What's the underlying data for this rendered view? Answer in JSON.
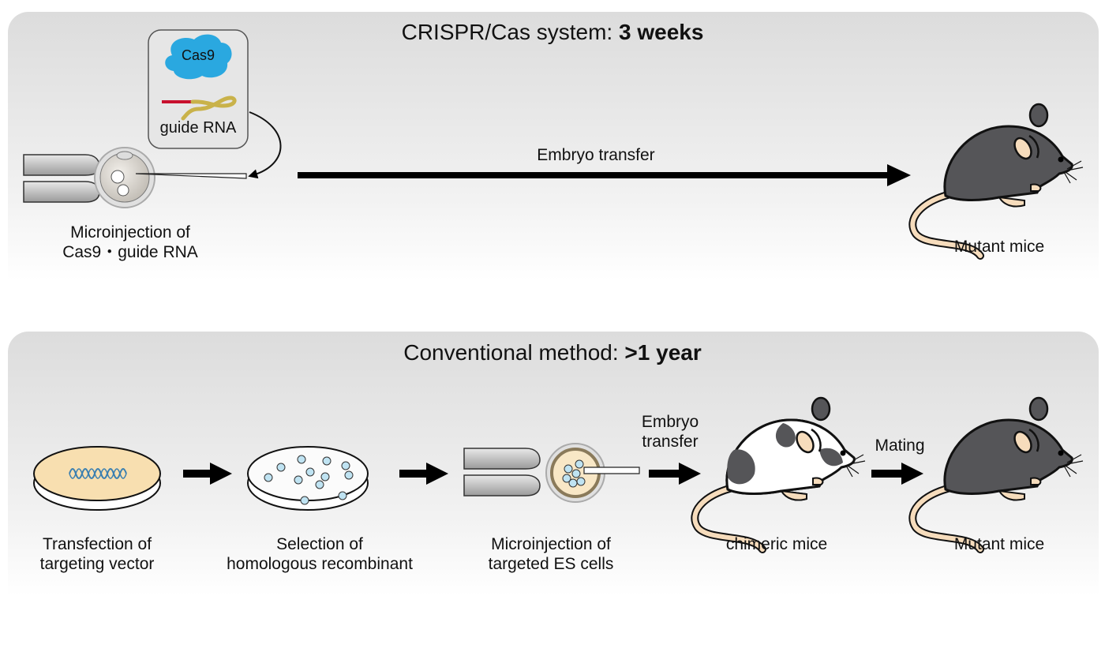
{
  "crispr": {
    "title_prefix": "CRISPR/Cas system: ",
    "title_bold": "3 weeks",
    "cas9_label": "Cas9",
    "guide_rna_label": "guide RNA",
    "injection_label_line1": "Microinjection of",
    "injection_label_line2": "Cas9・guide RNA",
    "arrow_label": "Embryo transfer",
    "result_label": "Mutant mice"
  },
  "conventional": {
    "title_prefix": "Conventional method: ",
    "title_bold": ">1 year",
    "steps": [
      {
        "line1": "Transfection of",
        "line2": "targeting vector"
      },
      {
        "line1": "Selection of",
        "line2": "homologous recombinant"
      },
      {
        "line1": "Microinjection of",
        "line2": "targeted ES cells"
      },
      {
        "line1": "chimeric mice",
        "line2": ""
      },
      {
        "line1": "Mutant mice",
        "line2": ""
      }
    ],
    "arrow_embryo_line1": "Embryo",
    "arrow_embryo_line2": "transfer",
    "arrow_mating": "Mating"
  },
  "colors": {
    "cas9": "#2aa8e0",
    "guide_red": "#c8102e",
    "guide_yellow": "#c9b24a",
    "mouse_dark": "#555558",
    "mouse_pink": "#f6dcbc",
    "dish_fill": "#f8dfb0",
    "helix": "#3a7fb0"
  }
}
